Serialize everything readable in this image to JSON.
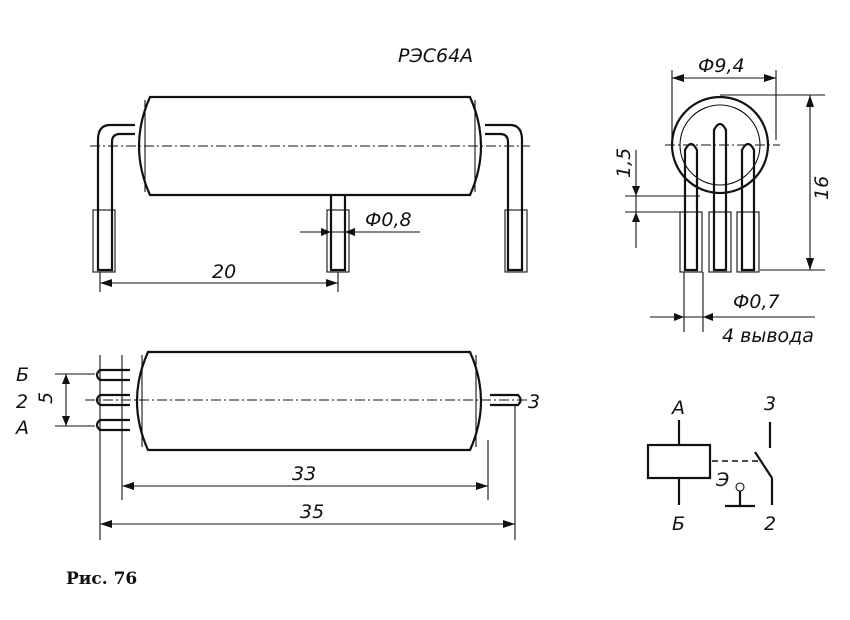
{
  "title": "РЭС64А",
  "caption": "Рис. 76",
  "top_view": {
    "pin_diameter": "Ф0,8",
    "pin_spacing": "20"
  },
  "end_view": {
    "body_diameter": "Ф9,4",
    "height": "16",
    "offset": "1,5",
    "lead_diameter": "Ф0,7",
    "lead_count": "4 вывода"
  },
  "side_view": {
    "lead_labels": [
      "Б",
      "2",
      "А"
    ],
    "lead_pitch": "5",
    "right_lead": "3",
    "body_length": "33",
    "total_length": "35"
  },
  "schematic": {
    "coil_top": "А",
    "coil_bottom": "Б",
    "contact_top": "3",
    "contact_bottom": "2",
    "screen": "Э"
  }
}
